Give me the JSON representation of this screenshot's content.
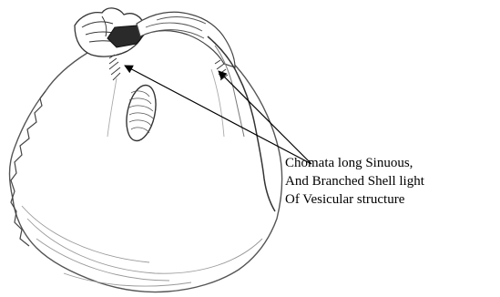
{
  "annotation": {
    "lines": [
      "Chomata long Sinuous,",
      "And Branched Shell light",
      "Of Vesicular structure"
    ]
  },
  "colors": {
    "ink": "#000000",
    "shell_line": "#8a8a8a",
    "shell_dark": "#3a3a3a",
    "background": "#ffffff"
  }
}
